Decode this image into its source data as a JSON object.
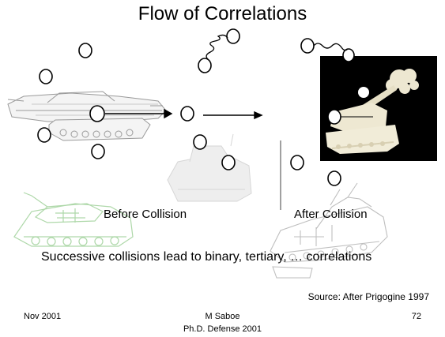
{
  "slide": {
    "title": "Flow of Correlations",
    "before_label": "Before Collision",
    "after_label": "After Collision",
    "caption": "Successive collisions lead to binary, tertiary, … correlations",
    "source": "Source: After Prigogine 1997",
    "footer": {
      "date": "Nov  2001",
      "author": "M Saboe",
      "event": "Ph.D. Defense 2001",
      "page": "72"
    }
  },
  "colors": {
    "faded_tank_green": "#a6d4a0",
    "faded_tank_gray": "#c7c7c7",
    "photo_background": "#000000",
    "smoke": "#efe9d6"
  },
  "icons": [
    "tank-icon",
    "tank-photo",
    "particle",
    "arrow"
  ]
}
